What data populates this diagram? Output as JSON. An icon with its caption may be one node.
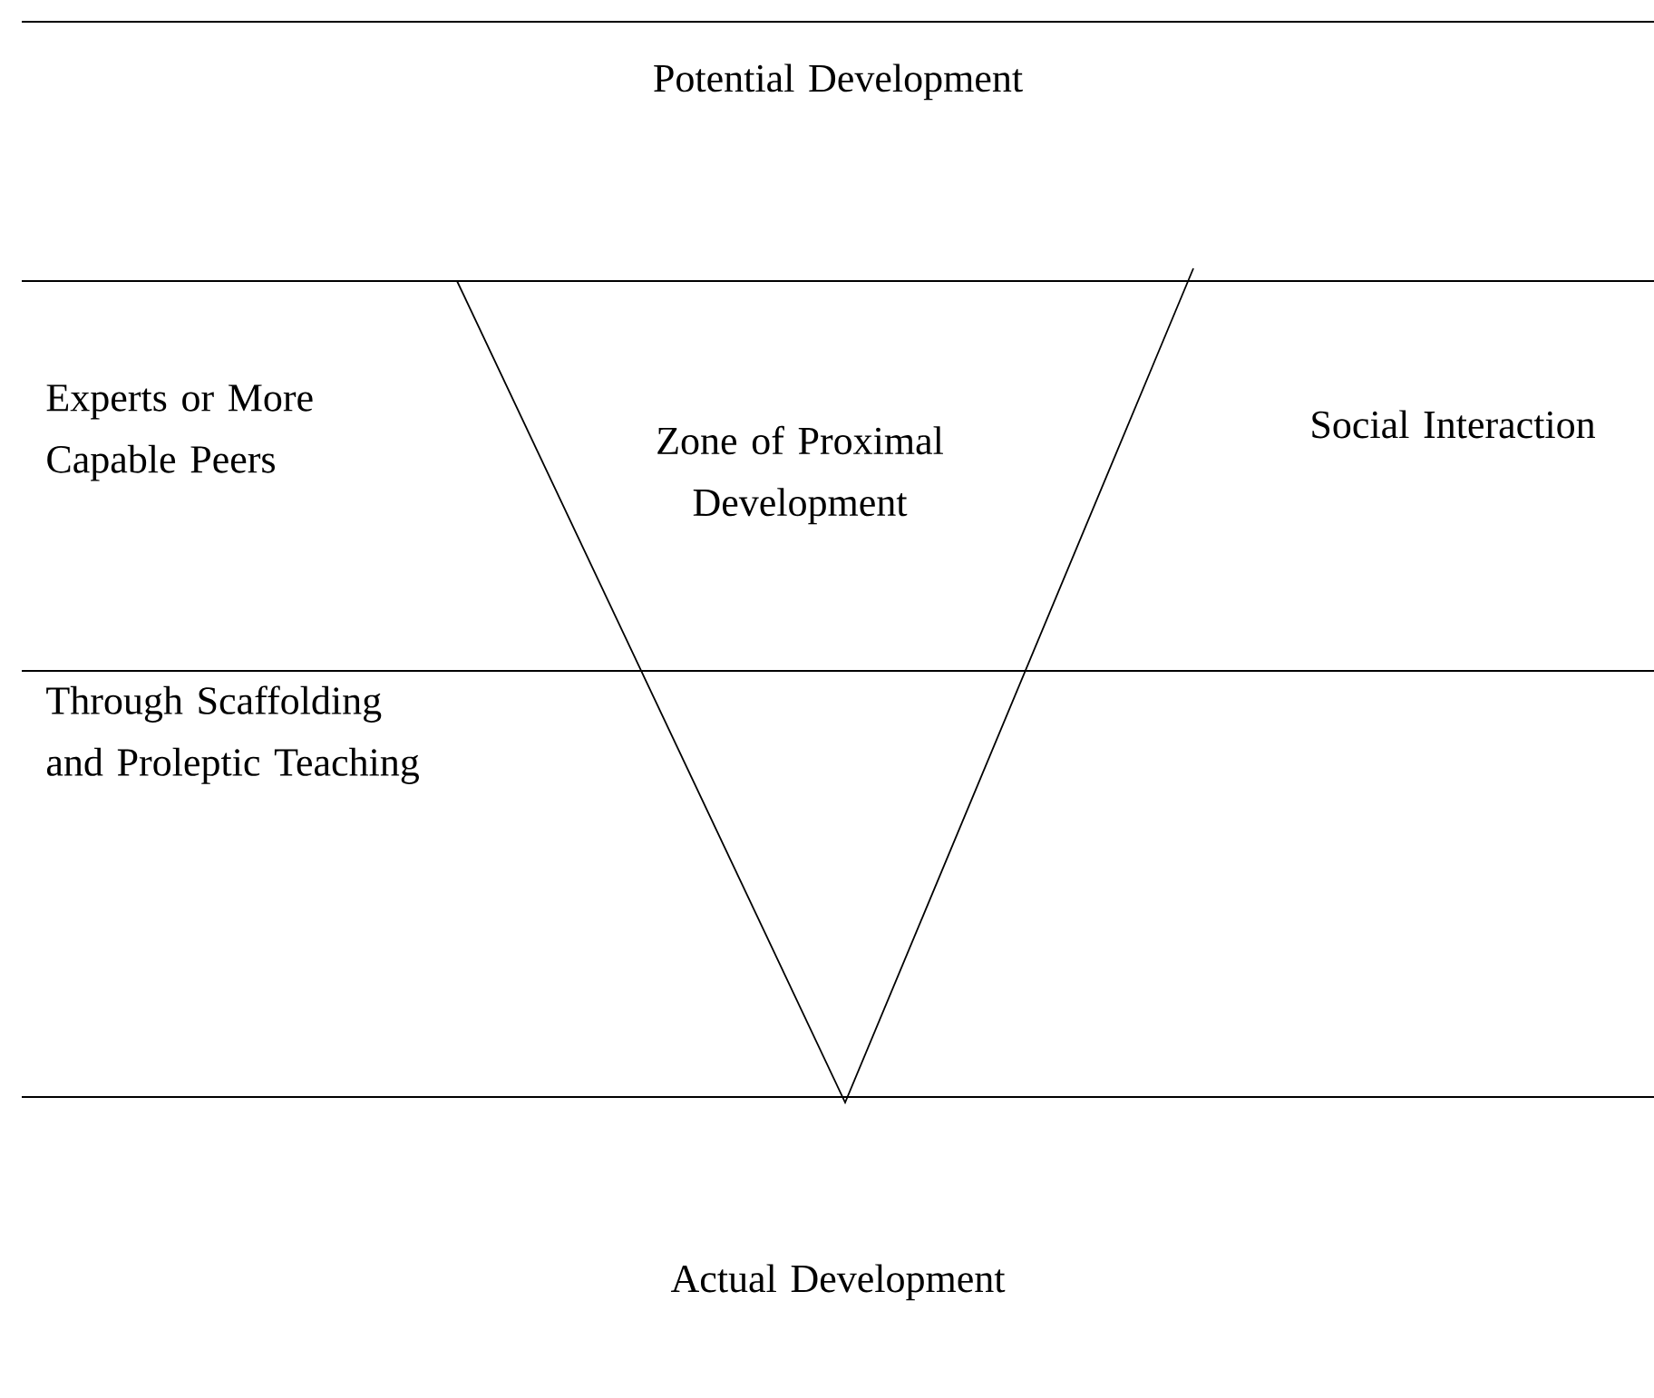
{
  "diagram": {
    "nodes": [
      {
        "text": [
          "Zone of Proximal Development"
        ]
      }
    ],
    "edges": [],
    "labels": [
      "Potential Development",
      "Experts or More Capable Peers",
      "Social Interaction",
      "Through Scaffolding and Proleptic Teaching",
      "Actual Development"
    ]
  }
}
